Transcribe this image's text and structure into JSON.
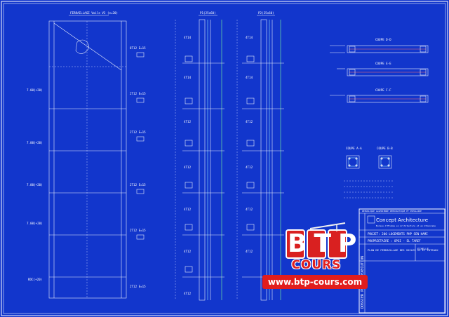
{
  "drawing": {
    "elevation_title": "FERRAILLAGE Voile V3  (e=20)",
    "col1_title": "P1(25x60)",
    "col2_title": "P2(25x60)",
    "section_labels": [
      "COUPE D-D",
      "COUPE E-E",
      "COUPE F-F",
      "COUPE A-A",
      "COUPE B-B"
    ]
  },
  "title_block": {
    "header_strip": "REPUBLIQUE ALGERIENNE DEMOCRATIQUE ET POPULAIRE",
    "firm": "Concept Architecture",
    "firm_sub": "Bureau d'Etudes en Architecture et en Urbanisme",
    "project": "PROJET: 200 LOGEMENTS PHP SEN HAMI",
    "owner": "PROPRIETAIRE : OPGI - EL TAREF",
    "plan_title": "PLAN DE FERRAILLAGE DES VOILES V3 ET POTEAUX",
    "scale_label": "ECHELLE",
    "side_text": "DOSSIER PLANS D'EXECUTION"
  },
  "watermark": {
    "logo_text": "BTP",
    "cours_text": "COURS",
    "url": "www.btp-cours.com"
  }
}
